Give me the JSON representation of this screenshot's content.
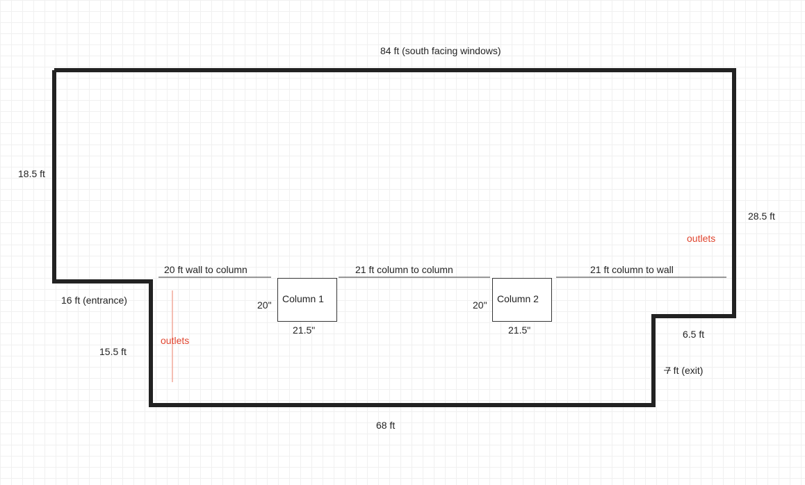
{
  "floor_plan": {
    "top_wall": "84 ft (south facing windows)",
    "left_wall": "18.5 ft",
    "right_wall": "28.5 ft",
    "entrance": "16 ft (entrance)",
    "lower_left_wall": "15.5 ft",
    "bottom_wall": "68 ft",
    "step_right": "6.5 ft",
    "exit": "7 ft (exit)",
    "span_wall_to_column": "20 ft wall to column",
    "span_column_to_column": "21 ft column to column",
    "span_column_to_wall": "21 ft column to wall",
    "outlets_right": "outlets",
    "outlets_left": "outlets",
    "colors": {
      "wall": "#222222",
      "outlets": "#e0452f",
      "grid": "#f0f0f0"
    }
  },
  "columns": [
    {
      "name": "Column 1",
      "side": "20\"",
      "width": "21.5\""
    },
    {
      "name": "Column 2",
      "side": "20\"",
      "width": "21.5\""
    }
  ]
}
